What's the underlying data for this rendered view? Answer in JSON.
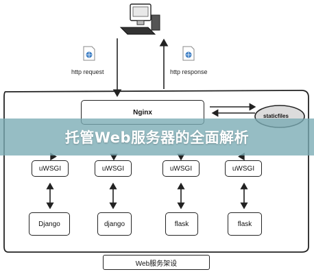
{
  "diagram": {
    "http_request_label": "http request",
    "http_response_label": "http response",
    "nginx_label": "Nginx",
    "staticfiles_label": "staticfiles",
    "wsgi_labels": [
      "uWSGI",
      "uWSGI",
      "uWSGI",
      "uWSGI"
    ],
    "app_labels": [
      "Django",
      "django",
      "flask",
      "flask"
    ],
    "caption": "Web服务架设",
    "icons": {
      "client": "computer-icon",
      "document": "web-document-icon"
    }
  },
  "banner": {
    "title": "托管Web服务器的全面解析"
  },
  "colors": {
    "banner_bg": "#78aab4",
    "line": "#222222",
    "staticfiles_fill": "#dcdcdc"
  }
}
